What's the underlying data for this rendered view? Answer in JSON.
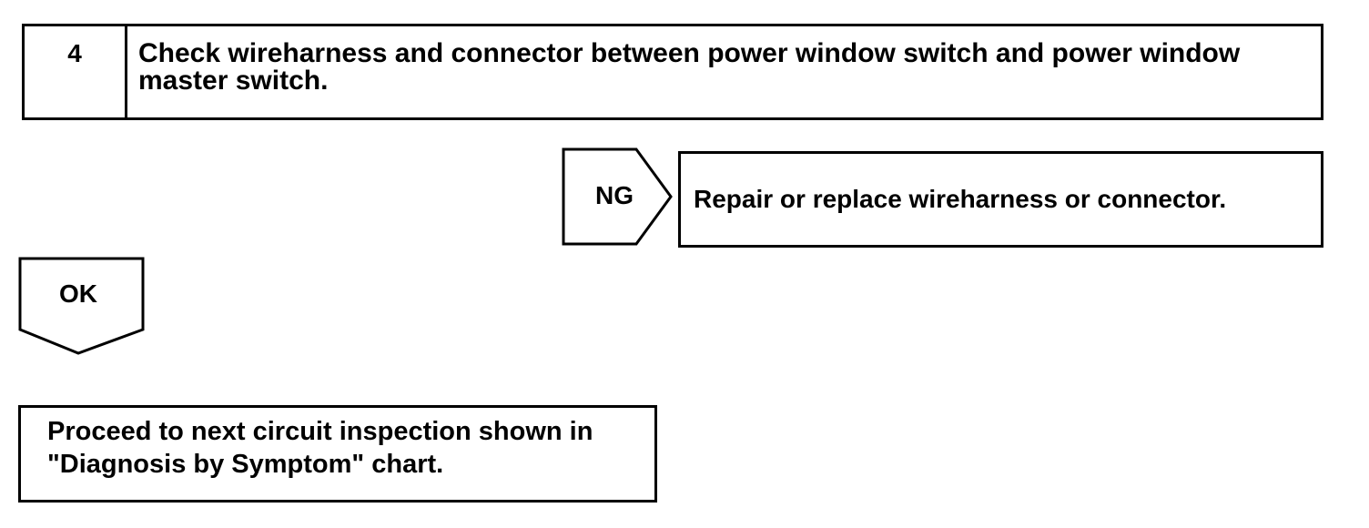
{
  "step": {
    "number": "4",
    "title": "Check wireharness and connector between power window switch and power window master switch."
  },
  "ng_branch": {
    "label": "NG",
    "result": "Repair or replace wireharness or connector."
  },
  "ok_branch": {
    "label": "OK",
    "result": "Proceed to next circuit inspection shown in \"Diagnosis by Symptom\" chart."
  }
}
